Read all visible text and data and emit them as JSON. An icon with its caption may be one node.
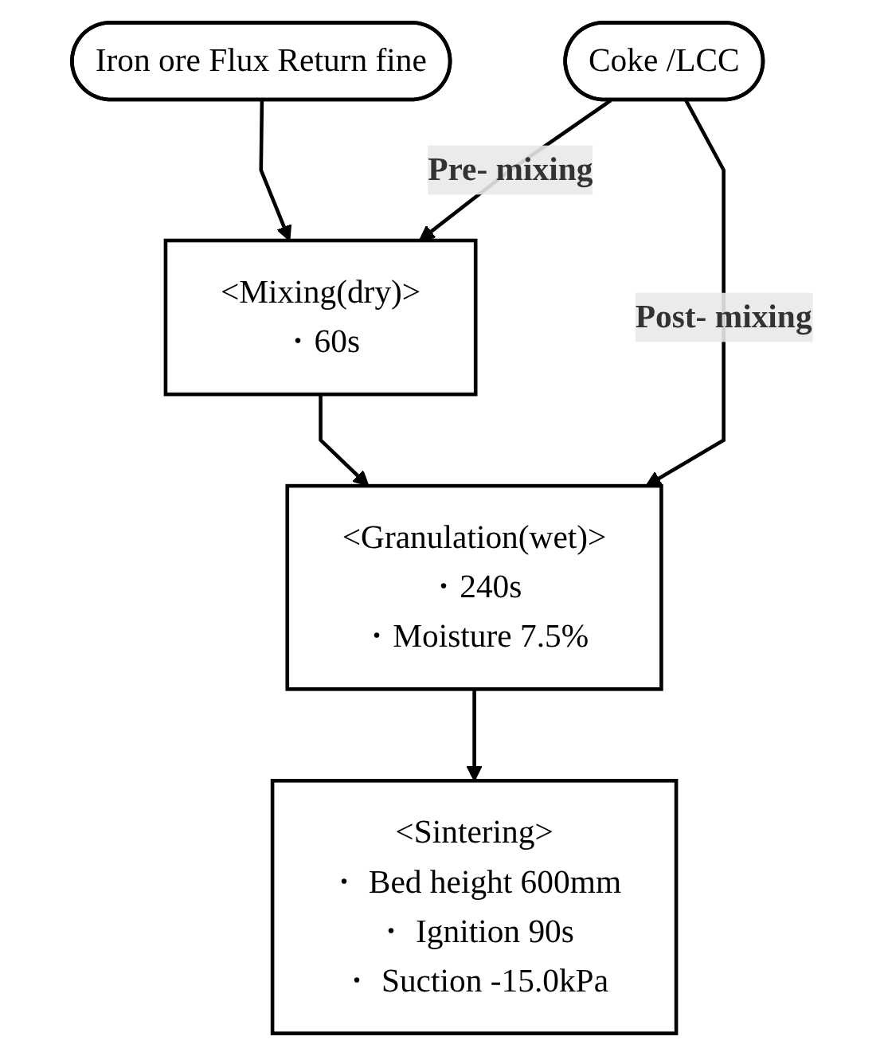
{
  "diagram": {
    "nodes": [
      {
        "text": [
          "Iron ore Flux Return fine"
        ]
      },
      {
        "text": [
          "Coke /LCC"
        ]
      },
      {
        "text": [
          "<Mixing(dry)>",
          "・60s"
        ]
      },
      {
        "text": [
          "<Granulation(wet)>",
          "・240s",
          "・Moisture 7.5%"
        ]
      },
      {
        "text": [
          "<Sintering>",
          "・ Bed height 600mm",
          "・ Ignition 90s",
          "・ Suction -15.0kPa"
        ]
      }
    ],
    "edges": [
      {
        "from": 0,
        "to": 2,
        "arrow": "to"
      },
      {
        "from": 1,
        "to": 2,
        "arrow": "to",
        "label": "Pre- mixing"
      },
      {
        "from": 1,
        "to": 3,
        "arrow": "to",
        "label": "Post- mixing"
      },
      {
        "from": 2,
        "to": 3,
        "arrow": "to"
      },
      {
        "from": 3,
        "to": 4,
        "arrow": "to"
      }
    ]
  }
}
